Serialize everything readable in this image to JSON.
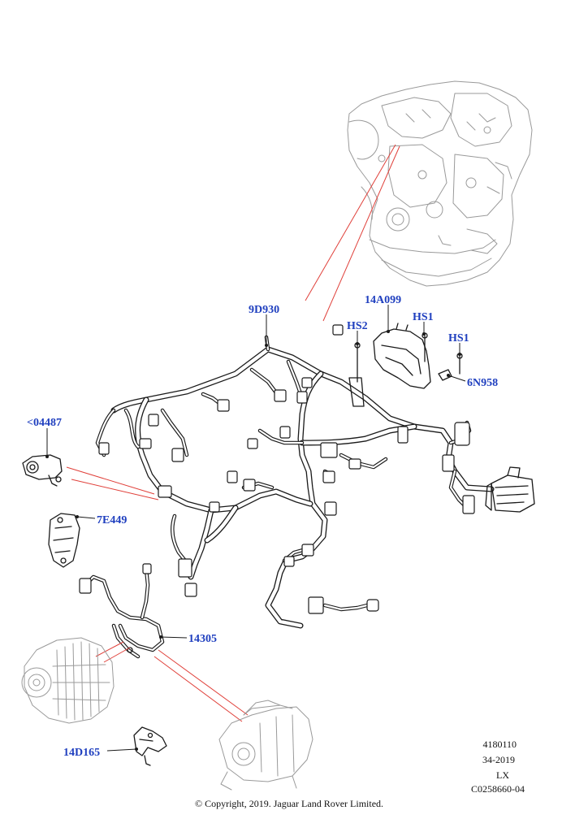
{
  "callouts": {
    "harness_main": "9D930",
    "shield": "14A099",
    "hs2": "HS2",
    "hs1_a": "HS1",
    "hs1_b": "HS1",
    "bolt": "6N958",
    "sensor": "<04487",
    "bracket": "7E449",
    "alt_harness": "14305",
    "clip": "14D165"
  },
  "meta": {
    "code1": "4180110",
    "code2": "34-2019",
    "code3": "LX",
    "code4": "C0258660-04"
  },
  "copyright": "© Copyright, 2019. Jaguar Land Rover Limited.",
  "colors": {
    "callout_text": "#1f3fbf",
    "red_guide": "#e0403a",
    "line_art": "#1a1a1a"
  }
}
